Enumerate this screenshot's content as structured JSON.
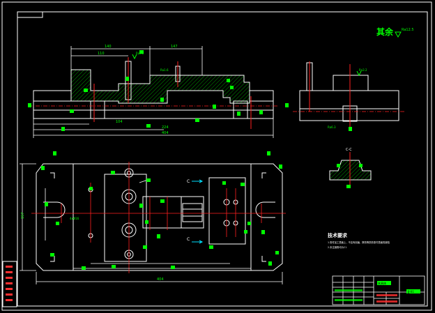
{
  "drawing": {
    "corner_mark": "其余",
    "corner_roughness": "Ra12.5",
    "notes_title": "技术要求",
    "notes": [
      "1.零件加工表面上，不应有划痕、擦伤等损伤零件表面的缺陷",
      "2.未注倒角均为C1"
    ],
    "section_label": "C-C",
    "section_marker": "C",
    "roughness_labels": [
      "Ra3.2",
      "Ra1.6",
      "Ra6.3",
      "Ra3.2"
    ],
    "dimensions": {
      "top_dims": [
        "140",
        "110",
        "147"
      ],
      "front_bottom": [
        "104",
        "224",
        "404"
      ],
      "plan_width": "404",
      "plan_height": "157",
      "hole_label": "4xΦ16"
    }
  },
  "title_block": {
    "name_field": "夹具体",
    "drawing_no": "JJ-01"
  },
  "colors": {
    "background": "#000000",
    "frame": "#ffffff",
    "geometry": "#ffffff",
    "centerline": "#ff2020",
    "dimension": "#ffffff",
    "text_green": "#00ff00",
    "hatch": "#00c000",
    "marker_cyan": "#00e0ff",
    "title_block_red": "#ff3030"
  }
}
